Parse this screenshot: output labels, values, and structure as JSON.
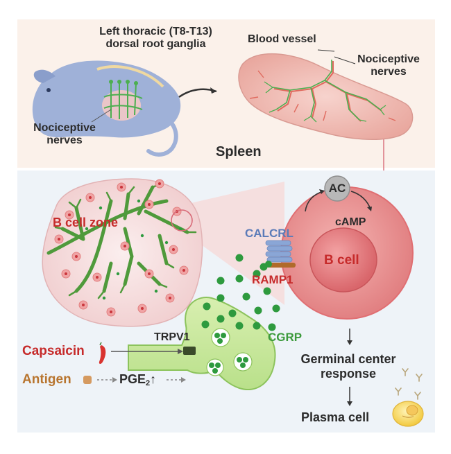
{
  "top_panel": {
    "drg_label_line1": "Left thoracic (T8-T13)",
    "drg_label_line2": "dorsal root ganglia",
    "mouse_nerve_label_line1": "Nociceptive",
    "mouse_nerve_label_line2": "nerves",
    "blood_vessel_label": "Blood vessel",
    "spleen_nerve_label_line1": "Nociceptive",
    "spleen_nerve_label_line2": "nerves",
    "spleen_label": "Spleen"
  },
  "bottom_panel": {
    "b_cell_zone_label": "B cell zone",
    "ac_label": "AC",
    "camp_label": "cAMP",
    "calcrl_label": "CALCRL",
    "b_cell_label": "B cell",
    "ramp1_label": "RAMP1",
    "trpv1_label": "TRPV1",
    "cgrp_label": "CGRP",
    "capsaicin_label": "Capsaicin",
    "antigen_label": "Antigen",
    "pge2_main": "PGE",
    "pge2_sub": "2",
    "pge2_arrow": "↑",
    "germinal_line1": "Germinal center",
    "germinal_line2": "response",
    "plasma_label": "Plasma cell"
  },
  "colors": {
    "top_bg": "#fbf1ea",
    "bottom_bg": "#eef3f8",
    "nerve_green": "#4caf50",
    "cgrp_dot": "#2e9a3e",
    "b_cell_fill": "#e9888a",
    "mouse_blue": "#9fb1d8"
  }
}
